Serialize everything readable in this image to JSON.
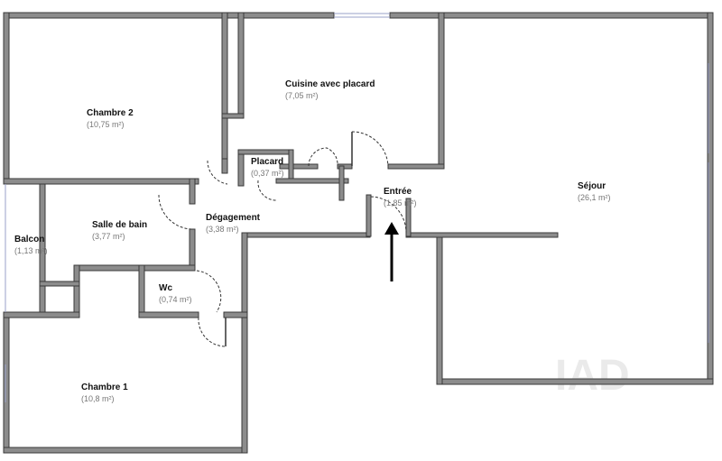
{
  "rooms": [
    {
      "id": "chambre-2",
      "name": "Chambre 2",
      "area": "(10,75 m²)"
    },
    {
      "id": "cuisine",
      "name": "Cuisine avec placard",
      "area": "(7,05 m²)"
    },
    {
      "id": "placard",
      "name": "Placard",
      "area": "(0,37 m²)"
    },
    {
      "id": "sejour",
      "name": "Séjour",
      "area": "(26,1 m²)"
    },
    {
      "id": "entree",
      "name": "Entrée",
      "area": "(1,85 m²)"
    },
    {
      "id": "degagement",
      "name": "Dégagement",
      "area": "(3,38 m²)"
    },
    {
      "id": "salle-de-bain",
      "name": "Salle de bain",
      "area": "(3,77 m²)"
    },
    {
      "id": "balcon",
      "name": "Balcon",
      "area": "(1,13 m²)"
    },
    {
      "id": "wc",
      "name": "Wc",
      "area": "(0,74 m²)"
    },
    {
      "id": "chambre-1",
      "name": "Chambre 1",
      "area": "(10,8 m²)"
    }
  ],
  "watermark": "IAD",
  "colors": {
    "wall": "#8c8c8c",
    "outline": "#3a3a3a",
    "window": "#9aa0c8"
  }
}
